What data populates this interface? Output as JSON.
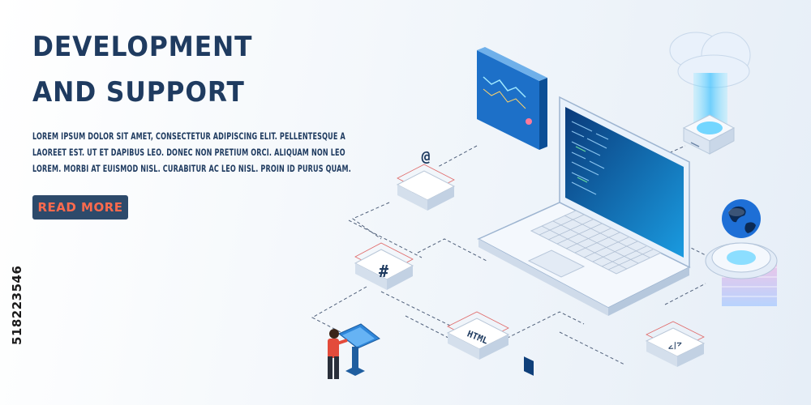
{
  "hero": {
    "title_line1": "DEVELOPMENT",
    "title_line2": "AND SUPPORT",
    "body": "LOREM IPSUM DOLOR SIT AMET, CONSECTETUR ADIPISCING ELIT. PELLENTESQUE A LAOREET EST. UT ET DAPIBUS LEO. DONEC NON PRETIUM ORCI. ALIQUAM NON LEO LOREM. MORBI AT EUISMOD NISL. CURABITUR AC LEO NISL. PROIN ID PURUS QUAM.",
    "cta_label": "READ MORE"
  },
  "tiles": {
    "email": "@",
    "hash": "#",
    "html": "HTML",
    "code": "</>"
  },
  "stock_id": "518223546",
  "colors": {
    "title": "#1f3b60",
    "cta_bg": "#2d4a6b",
    "cta_text": "#ff6a4d",
    "screen": "#1473c9",
    "accent_line": "#e06a6a"
  },
  "icons": [
    "cloud-icon",
    "globe-icon",
    "gear-icon",
    "at-icon",
    "hash-icon",
    "html-icon",
    "code-icon"
  ]
}
